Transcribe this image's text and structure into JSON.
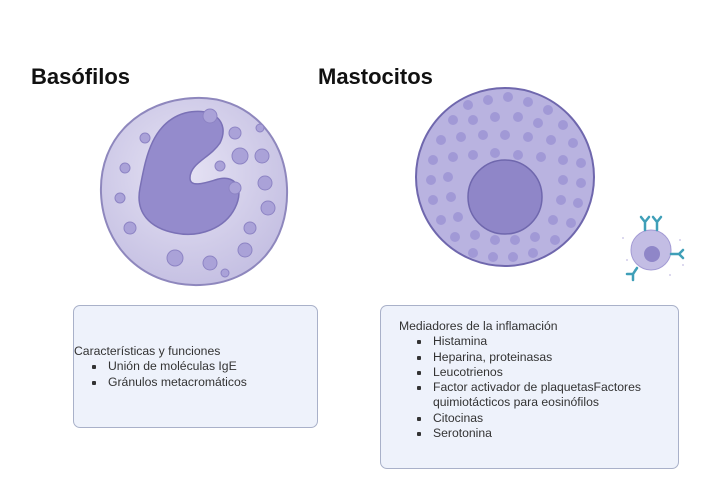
{
  "basofilos": {
    "title": "Basófilos",
    "box": {
      "heading": "Características y funciones",
      "items": [
        "Unión de moléculas IgE",
        "Gránulos metacromáticos"
      ]
    }
  },
  "mastocitos": {
    "title": "Mastocitos",
    "box": {
      "heading": "Mediadores de la inflamación",
      "items": [
        "Histamina",
        "Heparina, proteinasas",
        "Leucotrienos",
        "Factor activador de plaquetasFactores quimiotácticos para eosinófilos",
        "Citocinas",
        "Serotonina"
      ]
    }
  },
  "colors": {
    "cell_fill": "#cfcbe8",
    "nucleus": "#8f86c8",
    "granule": "#a39bd4",
    "box_bg": "#eef2fb",
    "box_border": "#a9b1c9",
    "antibody": "#3f9fb8"
  }
}
